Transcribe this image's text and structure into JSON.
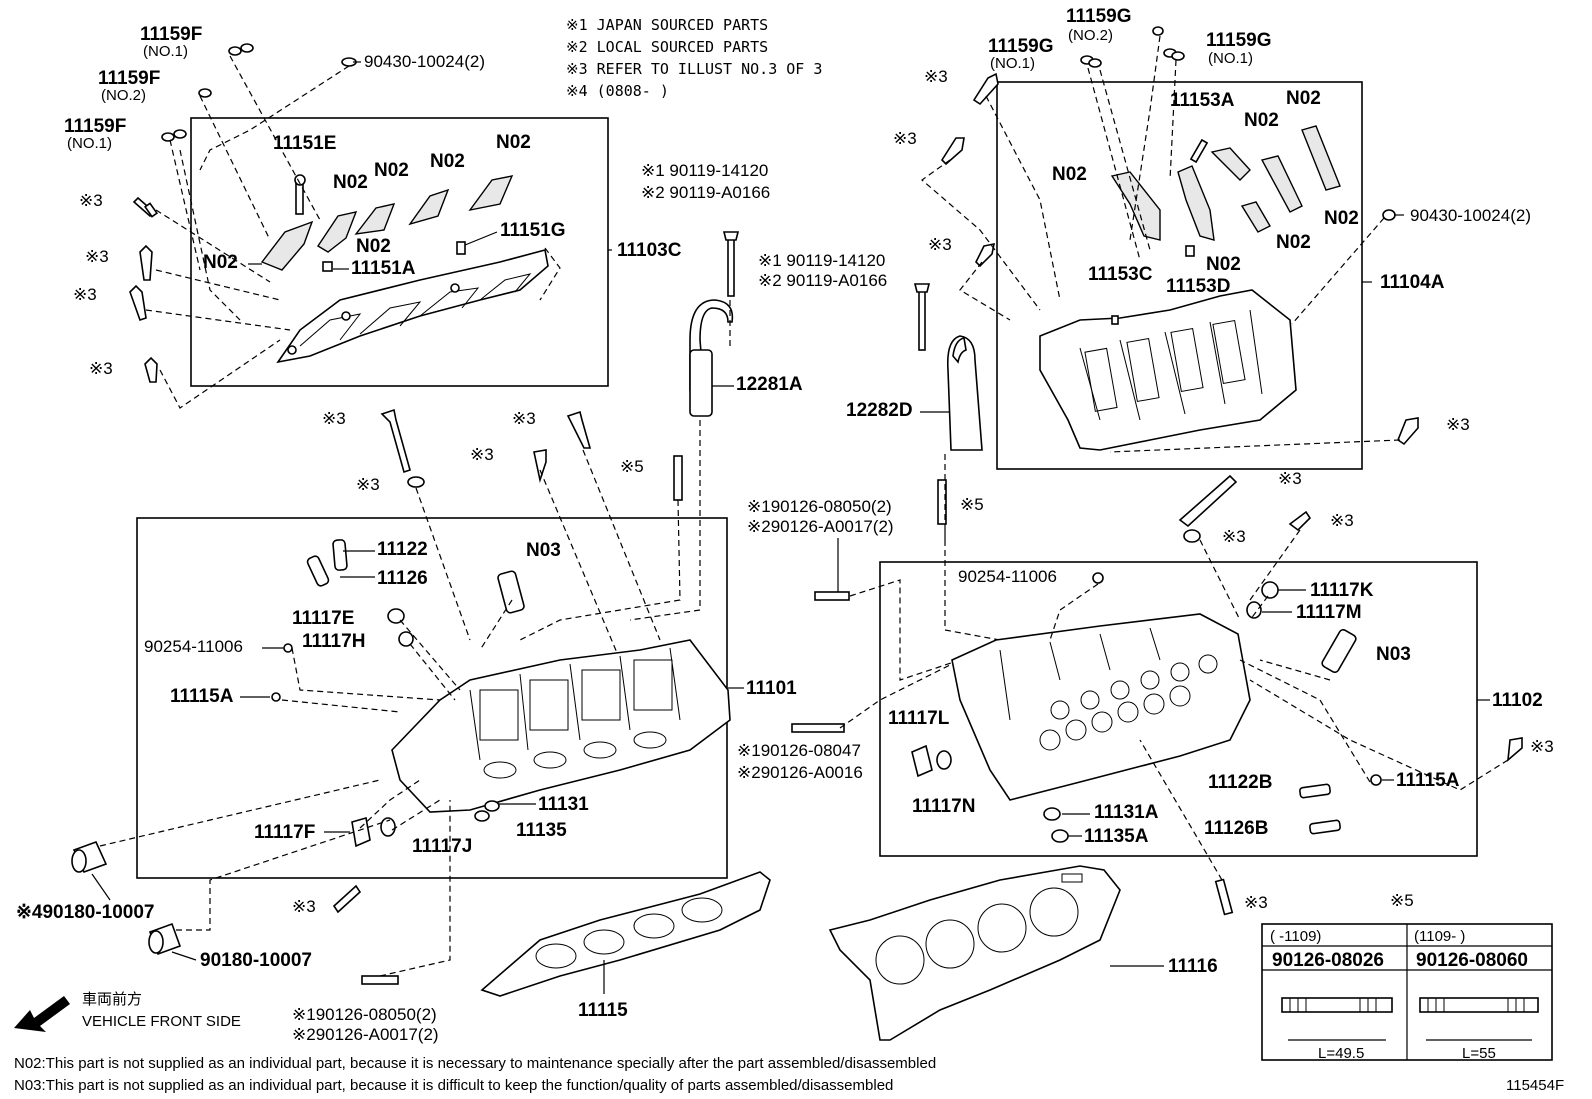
{
  "notes": {
    "n1": "※1 JAPAN SOURCED PARTS",
    "n2": "※2 LOCAL SOURCED PARTS",
    "n3": "※3 REFER TO ILLUST NO.3 OF 3",
    "n4": "※4 (0808-    )"
  },
  "marks": {
    "m3": "※3",
    "m5": "※5"
  },
  "labels": {
    "p11159F": "11159F",
    "no1": "(NO.1)",
    "no2": "(NO.2)",
    "p11159G": "11159G",
    "p90430": "90430-10024(2)",
    "p11151E": "11151E",
    "p11151A": "11151A",
    "p11151G": "11151G",
    "p11103C": "11103C",
    "n02": "N02",
    "n03": "N03",
    "s1_14120": "※1 90119-14120",
    "s2_A0166": "※2 90119-A0166",
    "p12281A": "12281A",
    "p12282D": "12282D",
    "p11153A": "11153A",
    "p11153C": "11153C",
    "p11153D": "11153D",
    "p11104A": "11104A",
    "p11122": "11122",
    "p11126": "11126",
    "p11117E": "11117E",
    "p11117H": "11117H",
    "p90254": "90254-11006",
    "p11115A": "11115A",
    "p11101": "11101",
    "p11131": "11131",
    "p11135": "11135",
    "p11117F": "11117F",
    "p11117J": "11117J",
    "s4_90180": "※490180-10007",
    "p90180": "90180-10007",
    "s1_08050": "※190126-08050(2)",
    "s2_A0017": "※290126-A0017(2)",
    "s1_08047": "※190126-08047",
    "s2_A0016": "※290126-A0016",
    "p11117K": "11117K",
    "p11117M": "11117M",
    "p11102": "11102",
    "p11117L": "11117L",
    "p11117N": "11117N",
    "p11131A": "11131A",
    "p11135A": "11135A",
    "p11122B": "11122B",
    "p11126B": "11126B",
    "p11115": "11115",
    "p11116": "11116"
  },
  "front_side": {
    "jp": "車両前方",
    "en": "VEHICLE FRONT SIDE"
  },
  "stud_table": {
    "mark": "※5",
    "columns": [
      {
        "range": "(    -1109)",
        "part": "90126-08026",
        "length": "L=49.5"
      },
      {
        "range": "(1109-    )",
        "part": "90126-08060",
        "length": "L=55"
      }
    ]
  },
  "footnotes": {
    "n02": "N02:This part is not supplied as an individual part, because it is necessary to maintenance specially after the part assembled/disassembled",
    "n03": "N03:This part is not supplied as an individual part, because it is difficult to keep the function/quality of parts assembled/disassembled"
  },
  "figure_id": "115454F"
}
